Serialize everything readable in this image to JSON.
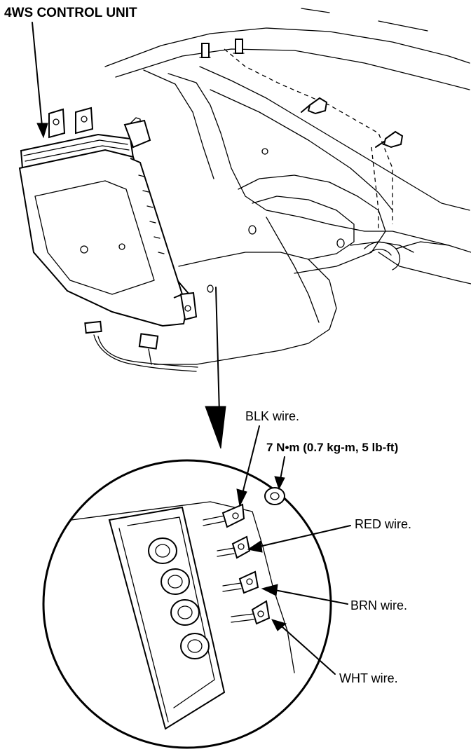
{
  "labels": {
    "title": "4WS CONTROL UNIT",
    "blk_wire": "BLK wire.",
    "torque": "7 N•m (0.7 kg-m, 5 lb-ft)",
    "red_wire": "RED wire.",
    "brn_wire": "BRN wire.",
    "wht_wire": "WHT wire."
  },
  "colors": {
    "ink": "#000000",
    "paper": "#ffffff"
  }
}
